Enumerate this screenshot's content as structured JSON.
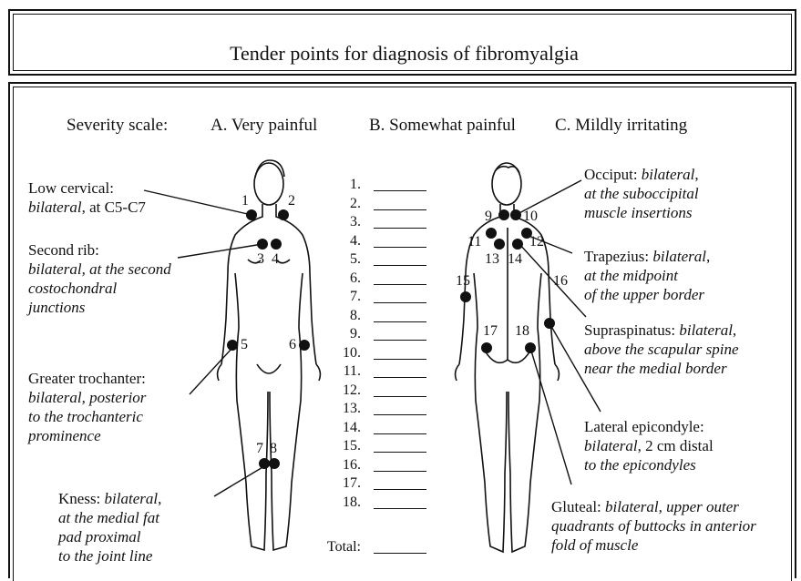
{
  "title": "Tender points for diagnosis of fibromyalgia",
  "severity": {
    "label": "Severity scale:",
    "a": "A. Very painful",
    "b": "B. Somewhat painful",
    "c": "C. Mildly irritating"
  },
  "labels": {
    "low_cervical": {
      "name": "Low cervical:",
      "desc1_italic": "bilateral",
      "desc1_rest": ", at C5-C7"
    },
    "second_rib": {
      "name": "Second rib:",
      "desc1_italic": "bilateral",
      "desc1_rest": ", at the second",
      "desc2": "costochondral",
      "desc3": "junctions"
    },
    "greater_trochanter": {
      "name": "Greater trochanter:",
      "desc1_italic": "bilateral",
      "desc1_rest": ", posterior",
      "desc2": "to the trochanteric",
      "desc3": "prominence"
    },
    "knee": {
      "name": "Kness:",
      "desc1_italic": "bilateral",
      "desc1_rest": ",",
      "desc2": "at the medial fat",
      "desc3": "pad proximal",
      "desc4": "to the joint line"
    },
    "occiput": {
      "name": "Occiput:",
      "desc1_italic": "bilateral",
      "desc1_rest": ",",
      "desc2": "at the suboccipital",
      "desc3": "muscle insertions"
    },
    "trapezius": {
      "name": "Trapezius:",
      "desc1_italic": "bilateral",
      "desc1_rest": ",",
      "desc2": "at the midpoint",
      "desc3": "of the upper border"
    },
    "supraspinatus": {
      "name": "Supraspinatus:",
      "desc1_italic": "bilateral",
      "desc1_rest": ",",
      "desc2": "above the scapular spine",
      "desc3": "near the medial border"
    },
    "lateral_epicondyle": {
      "name": "Lateral epicondyle:",
      "desc1_italic": "bilateral",
      "desc1_rest": ", 2 cm distal",
      "desc2": "to the epicondyles"
    },
    "gluteal": {
      "name": "Gluteal:",
      "desc1_italic": "bilateral",
      "desc1_rest": ", upper outer",
      "desc2": "quadrants of buttocks in anterior",
      "desc3": "fold of muscle"
    }
  },
  "front_points": [
    "1",
    "2",
    "3",
    "4",
    "5",
    "6",
    "7",
    "8"
  ],
  "back_points": [
    "9",
    "10",
    "11",
    "12",
    "13",
    "14",
    "15",
    "16",
    "17",
    "18"
  ],
  "score_rows": [
    "1.",
    "2.",
    "3.",
    "4.",
    "5.",
    "6.",
    "7.",
    "8.",
    "9.",
    "10.",
    "11.",
    "12.",
    "13.",
    "14.",
    "15.",
    "16.",
    "17.",
    "18."
  ],
  "total_label": "Total:"
}
